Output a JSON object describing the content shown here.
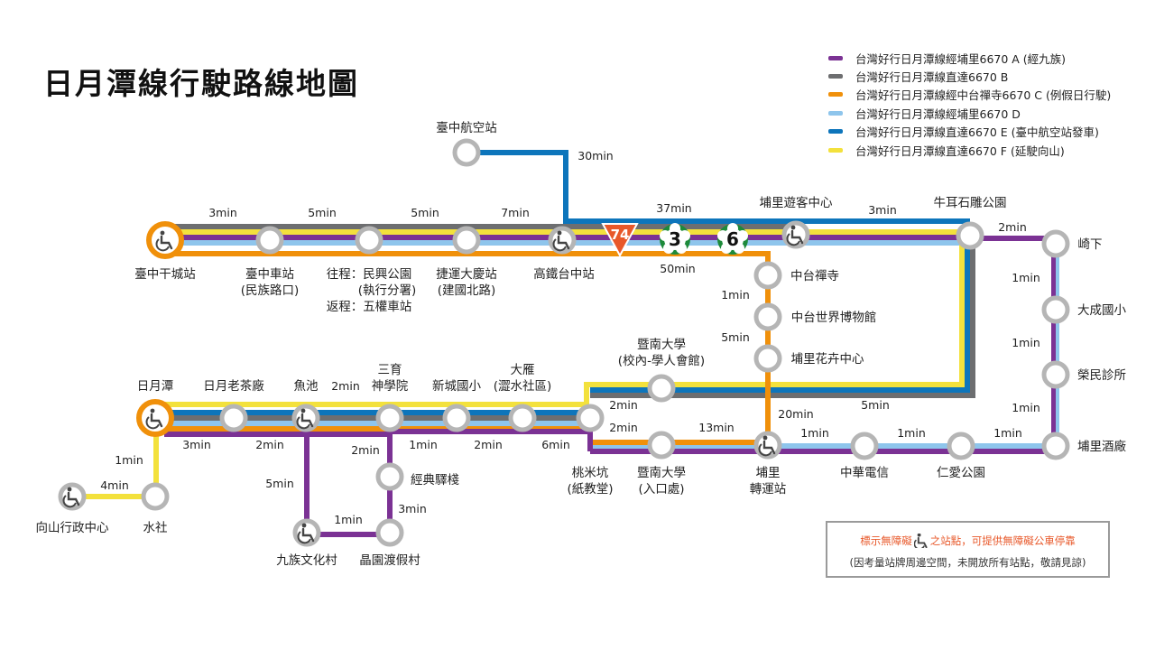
{
  "title": "日月潭線行駛路線地圖",
  "legend": [
    {
      "label": "台灣好行日月潭線經埔里6670 A (經九族)",
      "color": "#7b3294"
    },
    {
      "label": "台灣好行日月潭線直達6670 B",
      "color": "#6d6e70"
    },
    {
      "label": "台灣好行日月潭線經中台禪寺6670 C (例假日行駛)",
      "color": "#f0900a"
    },
    {
      "label": "台灣好行日月潭線經埔里6670 D",
      "color": "#8ec5ec"
    },
    {
      "label": "台灣好行日月潭線直達6670 E (臺中航空站發車)",
      "color": "#0d75bb"
    },
    {
      "label": "台灣好行日月潭線直達6670 F (延駛向山)",
      "color": "#f3e13c"
    }
  ],
  "route_badges": {
    "b74": "74",
    "b3": "3",
    "b6": "6"
  },
  "stations": {
    "taichung_gancheng": "臺中干城站",
    "taichung_station_1": "臺中車站",
    "taichung_station_2": "(民族路口)",
    "minxing_1": "往程：民興公園",
    "minxing_2": "(執行分署)",
    "minxing_3": "返程：五權車站",
    "mrt_daqing_1": "捷運大慶站",
    "mrt_daqing_2": "(建國北路)",
    "thsr_taichung": "高鐵台中站",
    "taichung_airport": "臺中航空站",
    "puli_visitor": "埔里遊客中心",
    "niuer": "牛耳石雕公園",
    "qixia": "崎下",
    "dacheng": "大成國小",
    "rongmin": "榮民診所",
    "puli_winery": "埔里酒廠",
    "renai": "仁愛公園",
    "zhonghua_telecom": "中華電信",
    "puli_transfer_1": "埔里",
    "puli_transfer_2": "轉運站",
    "chung_tai": "中台禪寺",
    "chung_tai_museum": "中台世界博物館",
    "puli_flower": "埔里花卉中心",
    "ncnu_campus_1": "暨南大學",
    "ncnu_campus_2": "(校內-學人會館)",
    "ncnu_entrance_1": "暨南大學",
    "ncnu_entrance_2": "(入口處)",
    "taomikeng_1": "桃米坑",
    "taomikeng_2": "(紙教堂)",
    "dayan_1": "大雁",
    "dayan_2": "(澀水社區)",
    "xincheng": "新城國小",
    "sanyu_1": "三育",
    "sanyu_2": "神學院",
    "yuchi": "魚池",
    "sun_moon_tea": "日月老茶廠",
    "sun_moon_lake": "日月潭",
    "shuishe": "水社",
    "xiangshan": "向山行政中心",
    "jingdian": "經典驛棧",
    "jingyuan": "晶園渡假村",
    "formosan_village": "九族文化村"
  },
  "times": {
    "t1": "3min",
    "t2": "5min",
    "t3": "5min",
    "t4": "7min",
    "t_airport": "30min",
    "t_37": "37min",
    "t_50": "50min",
    "t_visitor_niuer": "3min",
    "t_niuer_qixia": "2min",
    "t_qixia_dacheng": "1min",
    "t_dacheng_rongmin": "1min",
    "t_rongmin_winery": "1min",
    "t_winery_renai": "1min",
    "t_renai_tele": "1min",
    "t_tele_transfer": "1min",
    "t_chungtai_museum": "1min",
    "t_museum_flower": "5min",
    "t_flower_transfer": "20min",
    "t_transfer_ncnu": "13min",
    "t_ncnu_taomi": "2min",
    "t_taomi_campus": "2min",
    "t_long_5": "5min",
    "t_taomi_dayan": "6min",
    "t_dayan_xincheng": "2min",
    "t_xincheng_sanyu": "1min",
    "t_sanyu_yuchi": "2min",
    "t_yuchi_tea": "2min",
    "t_tea_lake": "3min",
    "t_lake_shuishe": "1min",
    "t_shuishe_xiangshan": "4min",
    "t_yuchi_formosan": "5min",
    "t_formosan_jingyuan": "1min",
    "t_jingyuan_jingdian": "3min",
    "t_sanyu_jingdian": "2min"
  },
  "note": {
    "line1_pre": "標示無障礙",
    "line1_post": "之站點，可提供無障礙公車停靠",
    "line2": "(因考量站牌周邊空間，未開放所有站點，敬請見諒)"
  }
}
